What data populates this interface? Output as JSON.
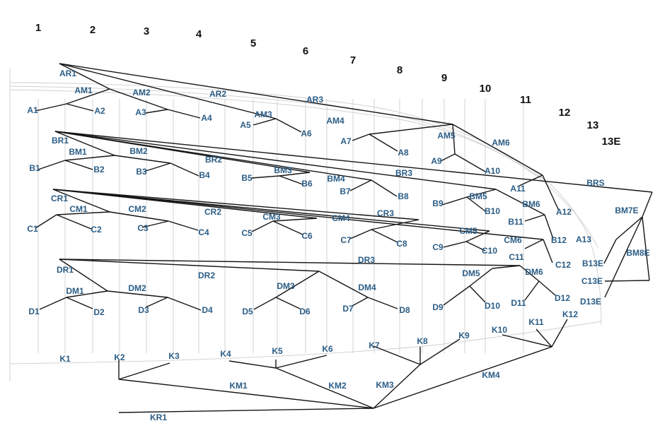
{
  "column_numbers": [
    "1",
    "2",
    "3",
    "4",
    "5",
    "6",
    "7",
    "8",
    "9",
    "10",
    "11",
    "12",
    "13",
    "13E"
  ],
  "nodes": [
    "AR1",
    "AM1",
    "AM2",
    "AR2",
    "AR3",
    "A1",
    "A2",
    "A3",
    "A4",
    "AM3",
    "A5",
    "A6",
    "AM4",
    "A7",
    "A8",
    "AM5",
    "A9",
    "AM6",
    "A10",
    "A11",
    "A12",
    "A13",
    "BR1",
    "BM1",
    "BM2",
    "BR2",
    "B1",
    "B2",
    "B3",
    "B4",
    "BM3",
    "B5",
    "B6",
    "BM4",
    "B7",
    "B8",
    "BR3",
    "B9",
    "BM5",
    "B10",
    "BM6",
    "B11",
    "B12",
    "BRS",
    "BM7E",
    "BM8E",
    "B13E",
    "C13E",
    "D13E",
    "CR1",
    "CM1",
    "CM2",
    "CR2",
    "C1",
    "C2",
    "C3",
    "C4",
    "CM3",
    "C5",
    "C6",
    "CM4",
    "C7",
    "C8",
    "CR3",
    "CM5",
    "C9",
    "C10",
    "CM6",
    "C11",
    "C12",
    "DR1",
    "DR2",
    "DR3",
    "DM1",
    "DM2",
    "D1",
    "D2",
    "D3",
    "D4",
    "DM3",
    "D5",
    "D6",
    "DM4",
    "D7",
    "D8",
    "DM5",
    "D9",
    "D10",
    "DM6",
    "D11",
    "D12",
    "K1",
    "K2",
    "K3",
    "K4",
    "K5",
    "K6",
    "K7",
    "K8",
    "K9",
    "K10",
    "K11",
    "K12",
    "KM1",
    "KM2",
    "KM3",
    "KM4",
    "KR1"
  ]
}
